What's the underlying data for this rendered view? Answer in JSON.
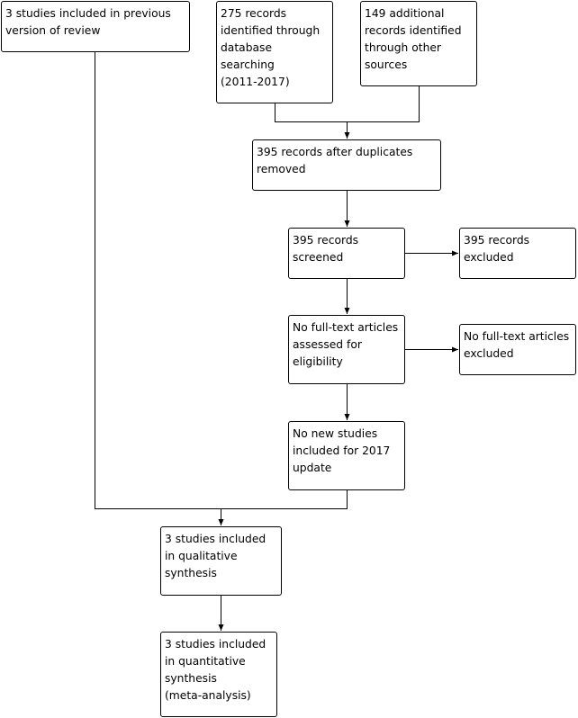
{
  "boxes": {
    "previous": "3 studies included in previous\nversion of review",
    "database": "275 records\nidentified through\ndatabase\nsearching\n(2011-2017)",
    "other_sources": "149 additional\nrecords identified\nthrough other\nsources",
    "after_duplicates": "395 records after duplicates\nremoved",
    "screened": "395 records\nscreened",
    "excluded": "395 records\nexcluded",
    "fulltext_assessed": "No full-text articles\nassessed for\neligibility",
    "fulltext_excluded": "No full-text articles\nexcluded",
    "new_studies": "No new studies\nincluded for 2017\nupdate",
    "qualitative": "3 studies included\nin qualitative\nsynthesis",
    "quantitative": "3 studies included\nin quantitative\nsynthesis\n(meta-analysis)"
  }
}
